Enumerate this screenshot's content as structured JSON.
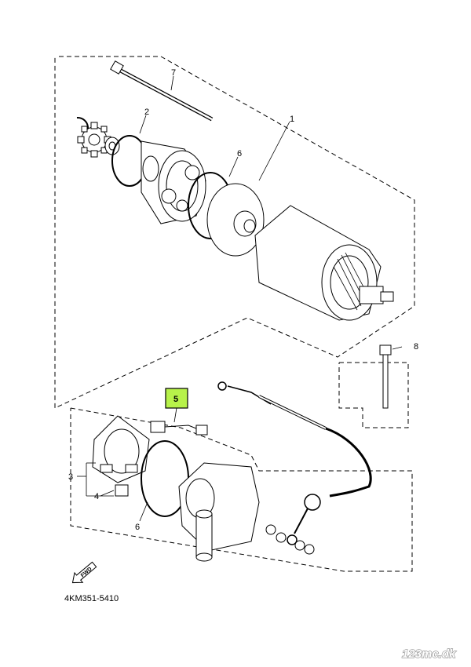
{
  "diagram": {
    "callouts": {
      "c1": "1",
      "c2": "2",
      "c3": "3",
      "c4": "4",
      "c5": "5",
      "c6a": "6",
      "c6b": "6",
      "c7": "7",
      "c8": "8"
    },
    "fwd_label": "FWD",
    "part_code": "4KM351-5410",
    "watermark": "123mc.dk",
    "highlight_color": "#b7f24a"
  }
}
